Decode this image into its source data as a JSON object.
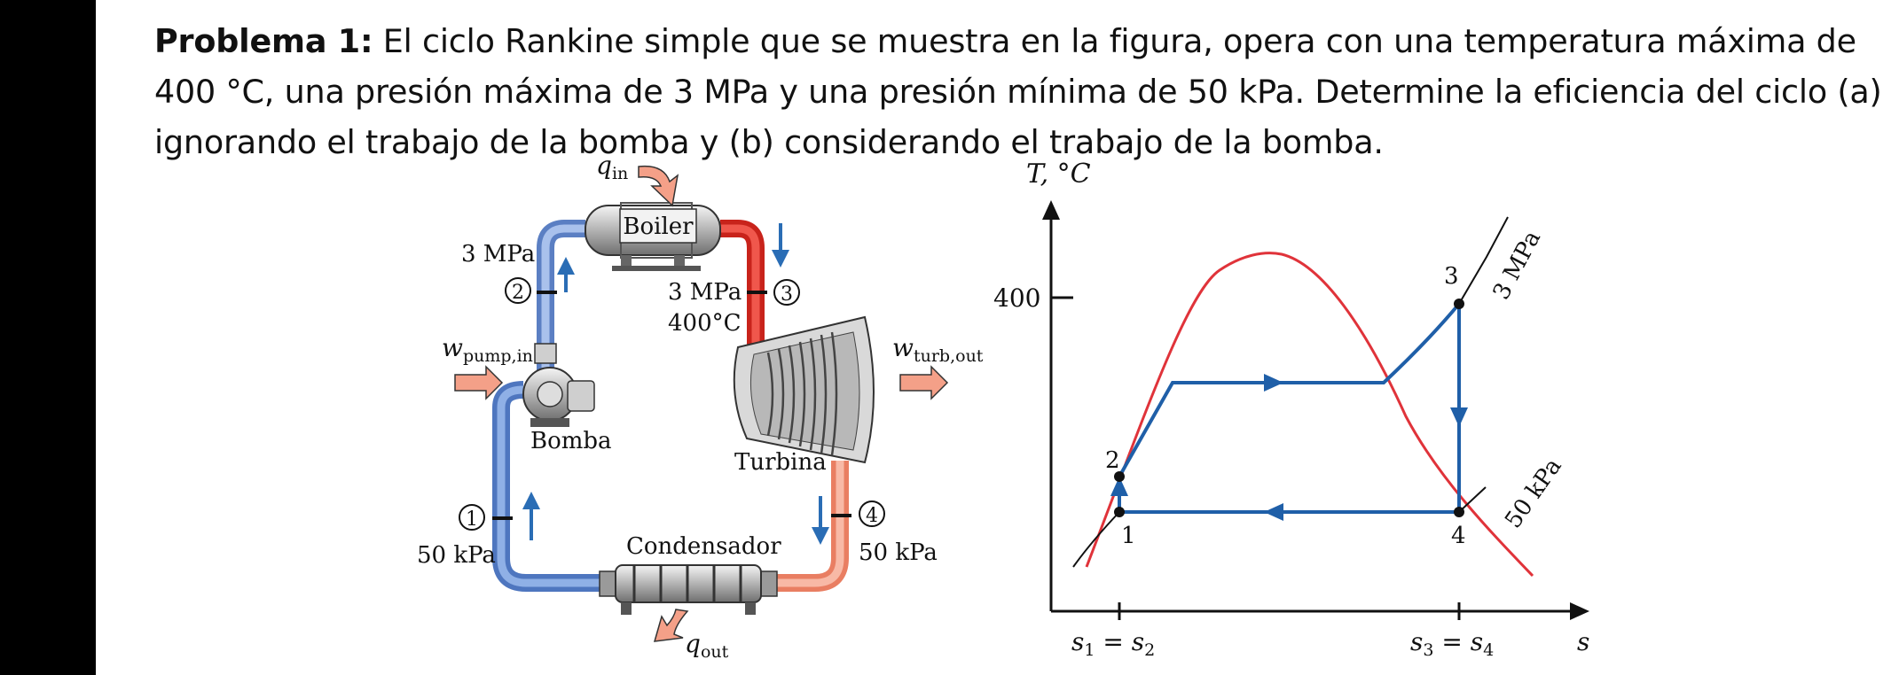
{
  "problem": {
    "label": "Problema 1:",
    "text": " El ciclo Rankine simple que se muestra en la figura, opera con una temperatura máxima de 400 °C, una presión máxima de 3 MPa y una presión mínima de 50 kPa. Determine la eficiencia del ciclo (a) ignorando el trabajo de la bomba y (b) considerando el trabajo de la bomba."
  },
  "schematic": {
    "q_in_sym": "q",
    "q_in_sub": "in",
    "boiler": "Boiler",
    "p_high_left": "3 MPa",
    "state2": "2",
    "p3": "3 MPa",
    "state3": "3",
    "t3": "400°C",
    "w_pump_sym": "w",
    "w_pump_sub": "pump,in",
    "w_turb_sym": "w",
    "w_turb_sub": "turb,out",
    "pump": "Bomba",
    "turbine": "Turbina",
    "state1": "1",
    "p1": "50 kPa",
    "state4": "4",
    "p4": "50 kPa",
    "condenser": "Condensador",
    "q_out_sym": "q",
    "q_out_sub": "out"
  },
  "ts_diagram": {
    "y_axis_label": "T, °C",
    "x_axis_label": "s",
    "tick_400": "400",
    "pt1": "1",
    "pt2": "2",
    "pt3": "3",
    "pt4": "4",
    "iso_high": "3 MPa",
    "iso_low": "50 kPa",
    "s12_a": "s",
    "s12_sub_a": "1",
    "s12_eq": " = ",
    "s12_b": "s",
    "s12_sub_b": "2",
    "s34_a": "s",
    "s34_sub_a": "3",
    "s34_eq": " = ",
    "s34_b": "s",
    "s34_sub_b": "4"
  },
  "colors": {
    "hot": "#e8342a",
    "cold": "#6f95d4",
    "warm": "#f4a088",
    "arrow": "#2a6db5",
    "dome": "#e0333a",
    "cycle": "#1f5fa8"
  }
}
